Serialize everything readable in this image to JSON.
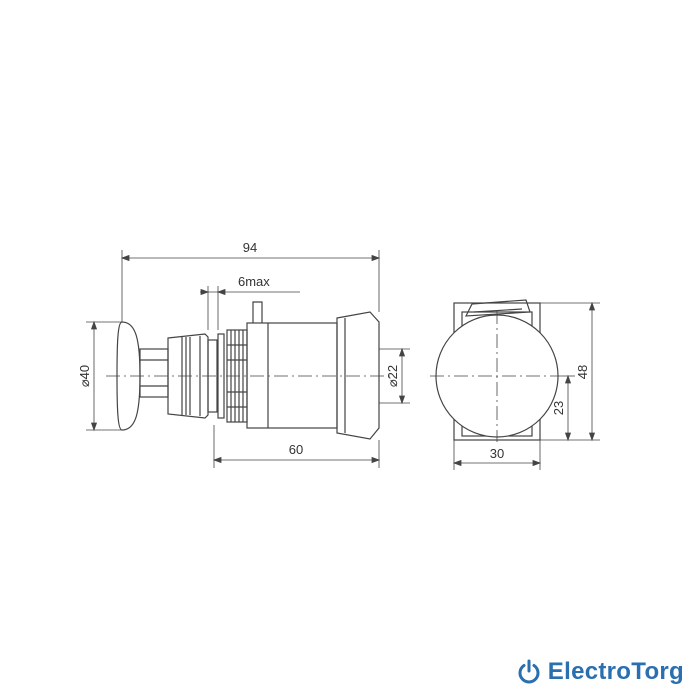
{
  "dimensions": {
    "overall_length": "94",
    "panel_max": "6max",
    "body_length": "60",
    "head_diameter": "⌀40",
    "mount_diameter": "⌀22",
    "width": "30",
    "height": "48",
    "axis_height": "23"
  },
  "logo": {
    "text": "ElectroTorg",
    "color": "#2a6fb0",
    "icon": "power-icon"
  }
}
